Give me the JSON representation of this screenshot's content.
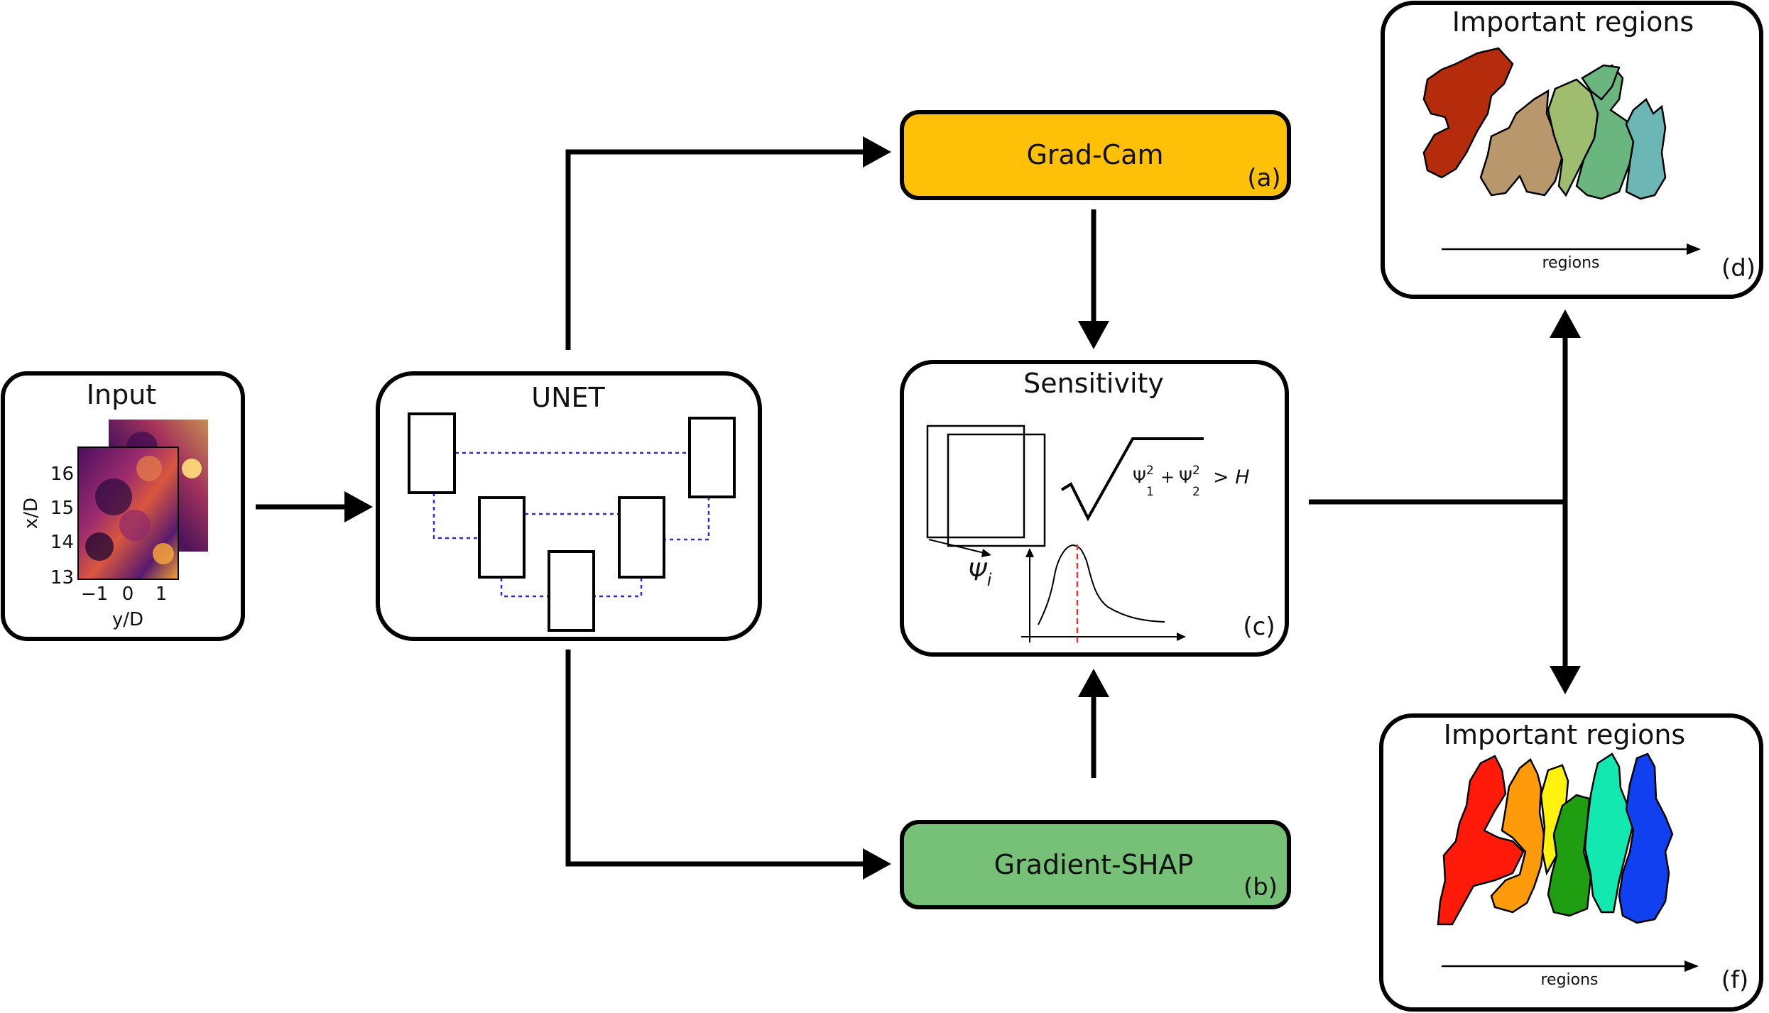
{
  "input": {
    "title": "Input",
    "ylabel": "x/D",
    "xlabel": "y/D",
    "yticks": [
      "16",
      "15",
      "14",
      "13"
    ],
    "xticks": [
      "−1",
      "0",
      "1"
    ]
  },
  "unet": {
    "title": "UNET"
  },
  "gradcam": {
    "label": "Grad-Cam",
    "tag": "(a)",
    "color": "#FFC107"
  },
  "gradshap": {
    "label": "Gradient-SHAP",
    "tag": "(b)",
    "color": "#77C077"
  },
  "sensitivity": {
    "title": "Sensitivity",
    "tag": "(c)",
    "psi_label": "Ψ",
    "psi_subscript": "i",
    "formula_terms": [
      "Ψ",
      "2",
      "1",
      "+",
      "Ψ",
      "2",
      "2",
      "> H"
    ],
    "threshold_line_color": "#E53935"
  },
  "panel_d": {
    "title": "Important regions",
    "axis_label": "regions",
    "tag": "(d)",
    "region_colors": [
      "#B52C0D",
      "#B7976B",
      "#9EBD6E",
      "#6BB57E",
      "#6CB6B6"
    ]
  },
  "panel_f": {
    "title": "Important regions",
    "axis_label": "regions",
    "tag": "(f)",
    "region_colors": [
      "#FF1A0A",
      "#FF9A0A",
      "#FFF20F",
      "#1E9E10",
      "#13E8B0",
      "#1140F0"
    ]
  }
}
